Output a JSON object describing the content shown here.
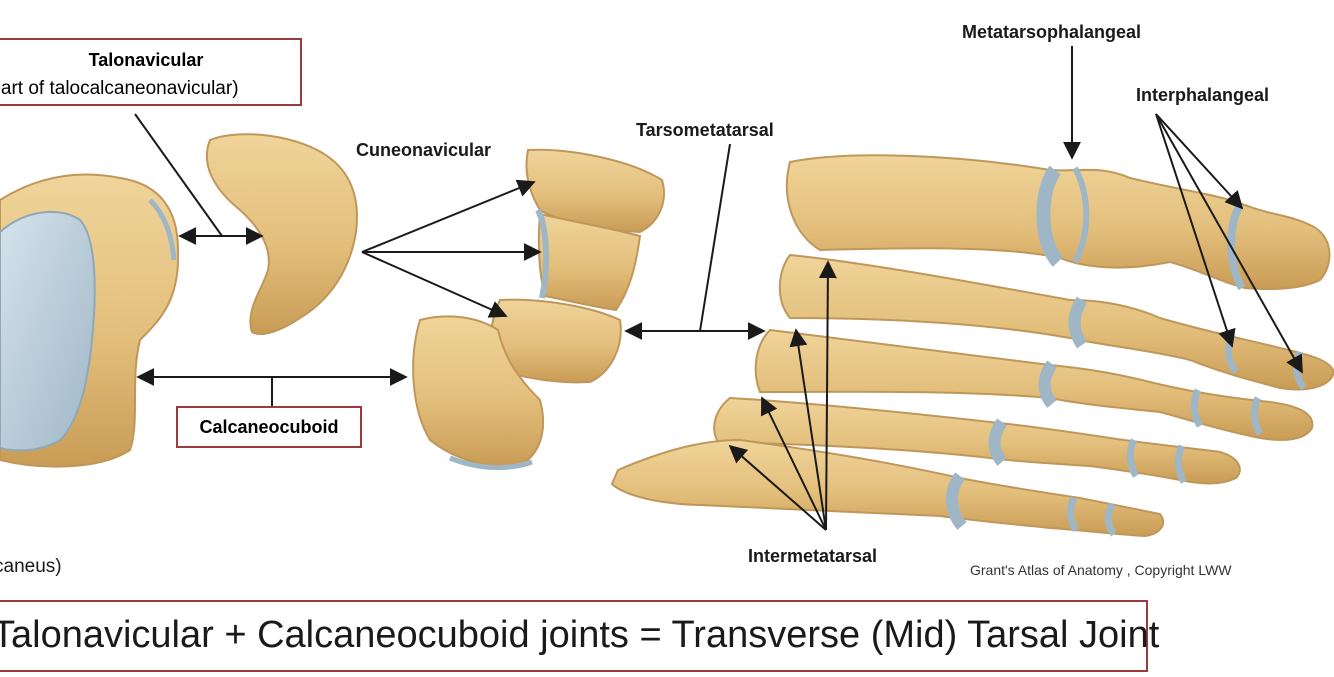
{
  "labels": {
    "talonavicular": "Talonavicular",
    "talonavicular_sub": "(part of talocalcaneonavicular)",
    "cuneonavicular": "Cuneonavicular",
    "tarsometatarsal": "Tarsometatarsal",
    "metatarsophalangeal": "Metatarsophalangeal",
    "interphalangeal": "Interphalangeal",
    "calcaneocuboid": "Calcaneocuboid",
    "intermetatarsal": "Intermetatarsal",
    "calcaneus_fragment": "caneus)"
  },
  "credit": "Grant's Atlas of Anatomy , Copyright LWW",
  "caption": "Talonavicular + Calcaneocuboid joints = Transverse (Mid) Tarsal Joint",
  "colors": {
    "bone": "#e3c07e",
    "bone_shadow": "#c79a52",
    "cartilage": "#b7cbd8",
    "box_border": "#9b3b3b",
    "arrow": "#1a1a1a"
  }
}
